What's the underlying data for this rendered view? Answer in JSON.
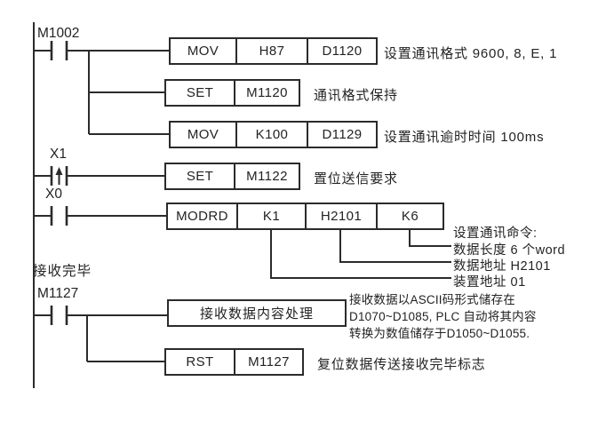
{
  "contacts": {
    "m1002_label": "M1002",
    "x1_label": "X1",
    "x0_label": "X0",
    "receive_done_label": "接收完毕",
    "m1127_label": "M1127"
  },
  "rungs": {
    "row1": {
      "cells": [
        "MOV",
        "H87",
        "D1120"
      ],
      "comment": "设置通讯格式 9600, 8, E, 1"
    },
    "row2": {
      "cells": [
        "SET",
        "M1120"
      ],
      "comment": "通讯格式保持"
    },
    "row3": {
      "cells": [
        "MOV",
        "K100",
        "D1129"
      ],
      "comment": "设置通讯逾时时间 100ms"
    },
    "row4": {
      "cells": [
        "SET",
        "M1122"
      ],
      "comment": "置位送信要求"
    },
    "row5": {
      "cells": [
        "MODRD",
        "K1",
        "H2101",
        "K6"
      ]
    },
    "row6": {
      "cells": [
        "接收数据内容处理"
      ]
    },
    "row7": {
      "cells": [
        "RST",
        "M1127"
      ],
      "comment": "复位数据传送接收完毕标志"
    }
  },
  "modrd_annotations": {
    "heading": "设置通讯命令:",
    "items": [
      "数据长度 6 个word",
      "数据地址 H2101",
      "装置地址 01"
    ]
  },
  "receive_note": {
    "lines": [
      "接收数据以ASCII码形式储存在",
      "D1070~D1085, PLC 自动将其内容",
      "转换为数值储存于D1050~D1055."
    ]
  },
  "colors": {
    "line": "#2b2b2b",
    "text": "#232323",
    "background": "#ffffff"
  }
}
